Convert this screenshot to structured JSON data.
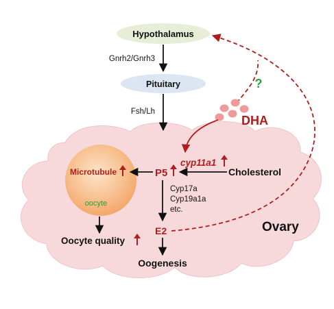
{
  "nodes": {
    "hypothalamus": "Hypothalamus",
    "pituitary": "Pituitary",
    "dha": "DHA",
    "question": "?",
    "cyp11a1": "cyp11a1",
    "p5": "P5",
    "cholesterol": "Cholesterol",
    "microtubule": "Microtubule",
    "oocyte": "oocyte",
    "e2": "E2",
    "oocyte_quality": "Oocyte quality",
    "oogenesis": "Oogenesis",
    "ovary": "Ovary"
  },
  "edges": {
    "gnrh": "Gnrh2/Gnrh3",
    "fsh_lh": "Fsh/Lh",
    "enzymes": [
      "Cyp17a",
      "Cyp19a1a",
      "etc."
    ]
  },
  "colors": {
    "hypothalamus_fill": "#e7eed7",
    "pituitary_fill": "#dbe6f2",
    "ovary_fill": "#f7d9dc",
    "oocyte_fill": "#f6b981",
    "dark_red": "#b11c1c",
    "dha_pink": "#ef9a9a",
    "question_green": "#2e9d40",
    "oocyte_text_green": "#2f9a2f",
    "black": "#111111"
  },
  "up_arrow_marks": [
    "cyp11a1",
    "p5",
    "microtubule",
    "oocyte_quality"
  ]
}
